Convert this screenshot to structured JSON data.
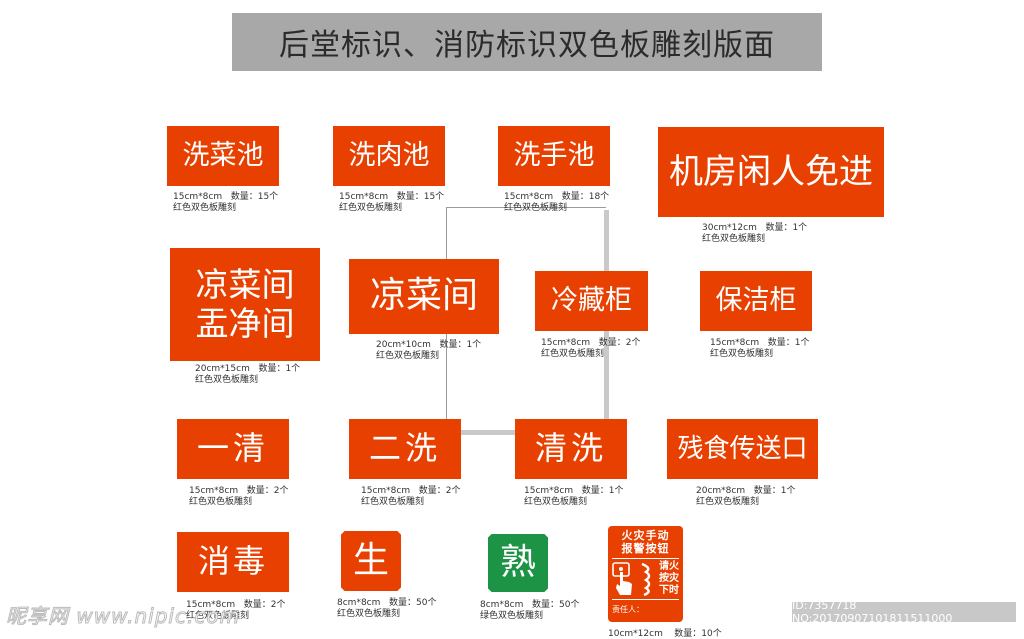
{
  "title": "后堂标识、消防标识双色板雕刻版面",
  "colors": {
    "red": "#e84000",
    "green": "#1d9346",
    "title_bg": "#a8a8a8"
  },
  "signs": [
    {
      "text": "洗菜池",
      "size": "15cm*8cm",
      "qty_label": "数量：",
      "qty": "15个",
      "material": "红色双色板雕刻"
    },
    {
      "text": "洗肉池",
      "size": "15cm*8cm",
      "qty_label": "数量：",
      "qty": "15个",
      "material": "红色双色板雕刻"
    },
    {
      "text": "洗手池",
      "size": "15cm*8cm",
      "qty_label": "数量：",
      "qty": "18个",
      "material": "红色双色板雕刻"
    },
    {
      "text": "机房闲人免进",
      "size": "30cm*12cm",
      "qty_label": "数量：",
      "qty": "1个",
      "material": "红色双色板雕刻"
    },
    {
      "text": "凉菜间\n盂净间",
      "size": "20cm*15cm",
      "qty_label": "数量：",
      "qty": "1个",
      "material": "红色双色板雕刻"
    },
    {
      "text": "凉菜间",
      "size": "20cm*10cm",
      "qty_label": "数量：",
      "qty": "1个",
      "material": "红色双色板雕刻"
    },
    {
      "text": "冷藏柜",
      "size": "15cm*8cm",
      "qty_label": "数量：",
      "qty": "2个",
      "material": "红色双色板雕刻"
    },
    {
      "text": "保洁柜",
      "size": "15cm*8cm",
      "qty_label": "数量：",
      "qty": "1个",
      "material": "红色双色板雕刻"
    },
    {
      "text": "一清",
      "size": "15cm*8cm",
      "qty_label": "数量：",
      "qty": "2个",
      "material": "红色双色板雕刻"
    },
    {
      "text": "二洗",
      "size": "15cm*8cm",
      "qty_label": "数量：",
      "qty": "2个",
      "material": "红色双色板雕刻"
    },
    {
      "text": "清洗",
      "size": "15cm*8cm",
      "qty_label": "数量：",
      "qty": "1个",
      "material": "红色双色板雕刻"
    },
    {
      "text": "残食传送口",
      "size": "20cm*8cm",
      "qty_label": "数量：",
      "qty": "1个",
      "material": "红色双色板雕刻"
    },
    {
      "text": "消毒",
      "size": "15cm*8cm",
      "qty_label": "数量：",
      "qty": "2个",
      "material": "红色双色板雕刻"
    },
    {
      "text": "生",
      "size": "8cm*8cm",
      "qty_label": "数量：",
      "qty": "50个",
      "material": "红色双色板雕刻"
    },
    {
      "text": "熟",
      "size": "8cm*8cm",
      "qty_label": "数量：",
      "qty": "50个",
      "material": "绿色双色板雕刻"
    }
  ],
  "fire_sign": {
    "header": "火灾手动\n报警按钮",
    "side_text": "请火\n按灾\n下时",
    "responsible": "责任人：",
    "caption_partial": "10cm*12cm    数量：10个"
  },
  "watermark": "昵享网 www.nipic.com",
  "id_bar": "ID:7357718 NO:20170907101811511000"
}
